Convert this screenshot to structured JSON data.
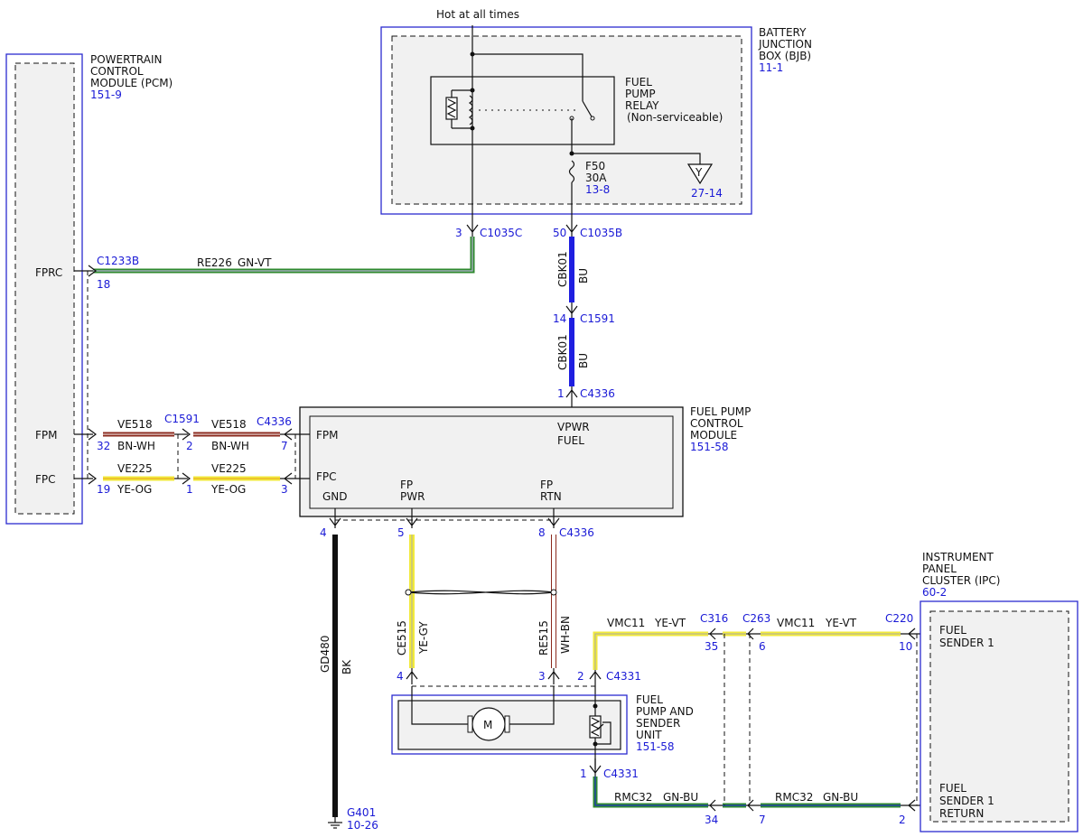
{
  "top_label": "Hot at all times",
  "bjb": {
    "lines": [
      "BATTERY",
      "JUNCTION",
      "BOX (BJB)"
    ],
    "ref": "11-1"
  },
  "pcm": {
    "lines": [
      "POWERTRAIN",
      "CONTROL",
      "MODULE (PCM)"
    ],
    "ref": "151-9",
    "pins": [
      "FPRC",
      "FPM",
      "FPC"
    ]
  },
  "relay": {
    "lines": [
      "FUEL",
      "PUMP",
      "RELAY",
      "(Non-serviceable)"
    ]
  },
  "fuse": {
    "name": "F50",
    "rating": "30A",
    "ref": "13-8"
  },
  "ground_symbol": {
    "label": "Y",
    "ref": "27-14"
  },
  "fpcm": {
    "lines": [
      "FUEL PUMP",
      "CONTROL",
      "MODULE"
    ],
    "ref": "151-58",
    "pins": {
      "fpm": "FPM",
      "fpc": "FPC",
      "gnd": "GND",
      "fp_pwr": [
        "FP",
        "PWR"
      ],
      "fp_rtn": [
        "FP",
        "RTN"
      ],
      "vpwr": [
        "VPWR",
        "FUEL"
      ]
    }
  },
  "ipc": {
    "lines": [
      "INSTRUMENT",
      "PANEL",
      "CLUSTER (IPC)"
    ],
    "ref": "60-2",
    "sender1": [
      "FUEL",
      "SENDER 1"
    ],
    "sender1_return": [
      "FUEL",
      "SENDER 1",
      "RETURN"
    ]
  },
  "pump_unit": {
    "lines": [
      "FUEL",
      "PUMP AND",
      "SENDER",
      "UNIT"
    ],
    "ref": "151-58",
    "motor": "M"
  },
  "ground": {
    "name": "G401",
    "ref": "10-26"
  },
  "connectors": {
    "c1035c": {
      "name": "C1035C",
      "pin": "3"
    },
    "c1035b": {
      "name": "C1035B",
      "pin": "50"
    },
    "c1233b": {
      "name": "C1233B",
      "pin": "18"
    },
    "c1591_top": {
      "name": "C1591",
      "pin": "14"
    },
    "c4336_vpwr": {
      "name": "C4336",
      "pin": "1"
    },
    "c1591_mid": {
      "name": "C1591",
      "pin_fpm": "2",
      "pin_fpc": "1"
    },
    "c4336_left": {
      "name": "C4336",
      "pin_fpm": "7",
      "pin_fpc": "3"
    },
    "pcm_pins": {
      "fpm": "32",
      "fpc": "19"
    },
    "c4336_bottom": {
      "name": "C4336",
      "pin_gnd": "4",
      "pin_pwr": "5",
      "pin_rtn": "8"
    },
    "c4331_top": {
      "name": "C4331",
      "pin_pwr": "4",
      "pin_rtn": "3",
      "pin_sig": "2"
    },
    "c4331_bottom": {
      "name": "C4331",
      "pin": "1"
    },
    "c316": {
      "name": "C316",
      "pin_sig": "35",
      "pin_ret": "34"
    },
    "c263": {
      "name": "C263",
      "pin_sig": "6",
      "pin_ret": "7"
    },
    "c220": {
      "name": "C220",
      "pin_sig": "10",
      "pin_ret": "2"
    }
  },
  "wires": {
    "re226": {
      "circuit": "RE226",
      "color": "GN-VT"
    },
    "cbk01_a": {
      "circuit": "CBK01",
      "color": "BU"
    },
    "cbk01_b": {
      "circuit": "CBK01",
      "color": "BU"
    },
    "ve518_a": {
      "circuit": "VE518",
      "color": "BN-WH"
    },
    "ve518_b": {
      "circuit": "VE518",
      "color": "BN-WH"
    },
    "ve225_a": {
      "circuit": "VE225",
      "color": "YE-OG"
    },
    "ve225_b": {
      "circuit": "VE225",
      "color": "YE-OG"
    },
    "gd480": {
      "circuit": "GD480",
      "color": "BK"
    },
    "ce515": {
      "circuit": "CE515",
      "color": "YE-GY"
    },
    "re515": {
      "circuit": "RE515",
      "color": "WH-BN"
    },
    "vmc11_a": {
      "circuit": "VMC11",
      "color": "YE-VT"
    },
    "vmc11_b": {
      "circuit": "VMC11",
      "color": "YE-VT"
    },
    "rmc32_a": {
      "circuit": "RMC32",
      "color": "GN-BU"
    },
    "rmc32_b": {
      "circuit": "RMC32",
      "color": "GN-BU"
    }
  },
  "wire_colors": {
    "green": "#2f8a2f",
    "violet": "#b9b3d6",
    "blue": "#1e1ee0",
    "brown": "#8b2a1e",
    "white": "#ffffff",
    "yellow": "#f2ea3a",
    "orange": "#e8a020",
    "gray": "#a9a9a9",
    "black": "#111111"
  },
  "accent_blue": "#2b2bd0"
}
